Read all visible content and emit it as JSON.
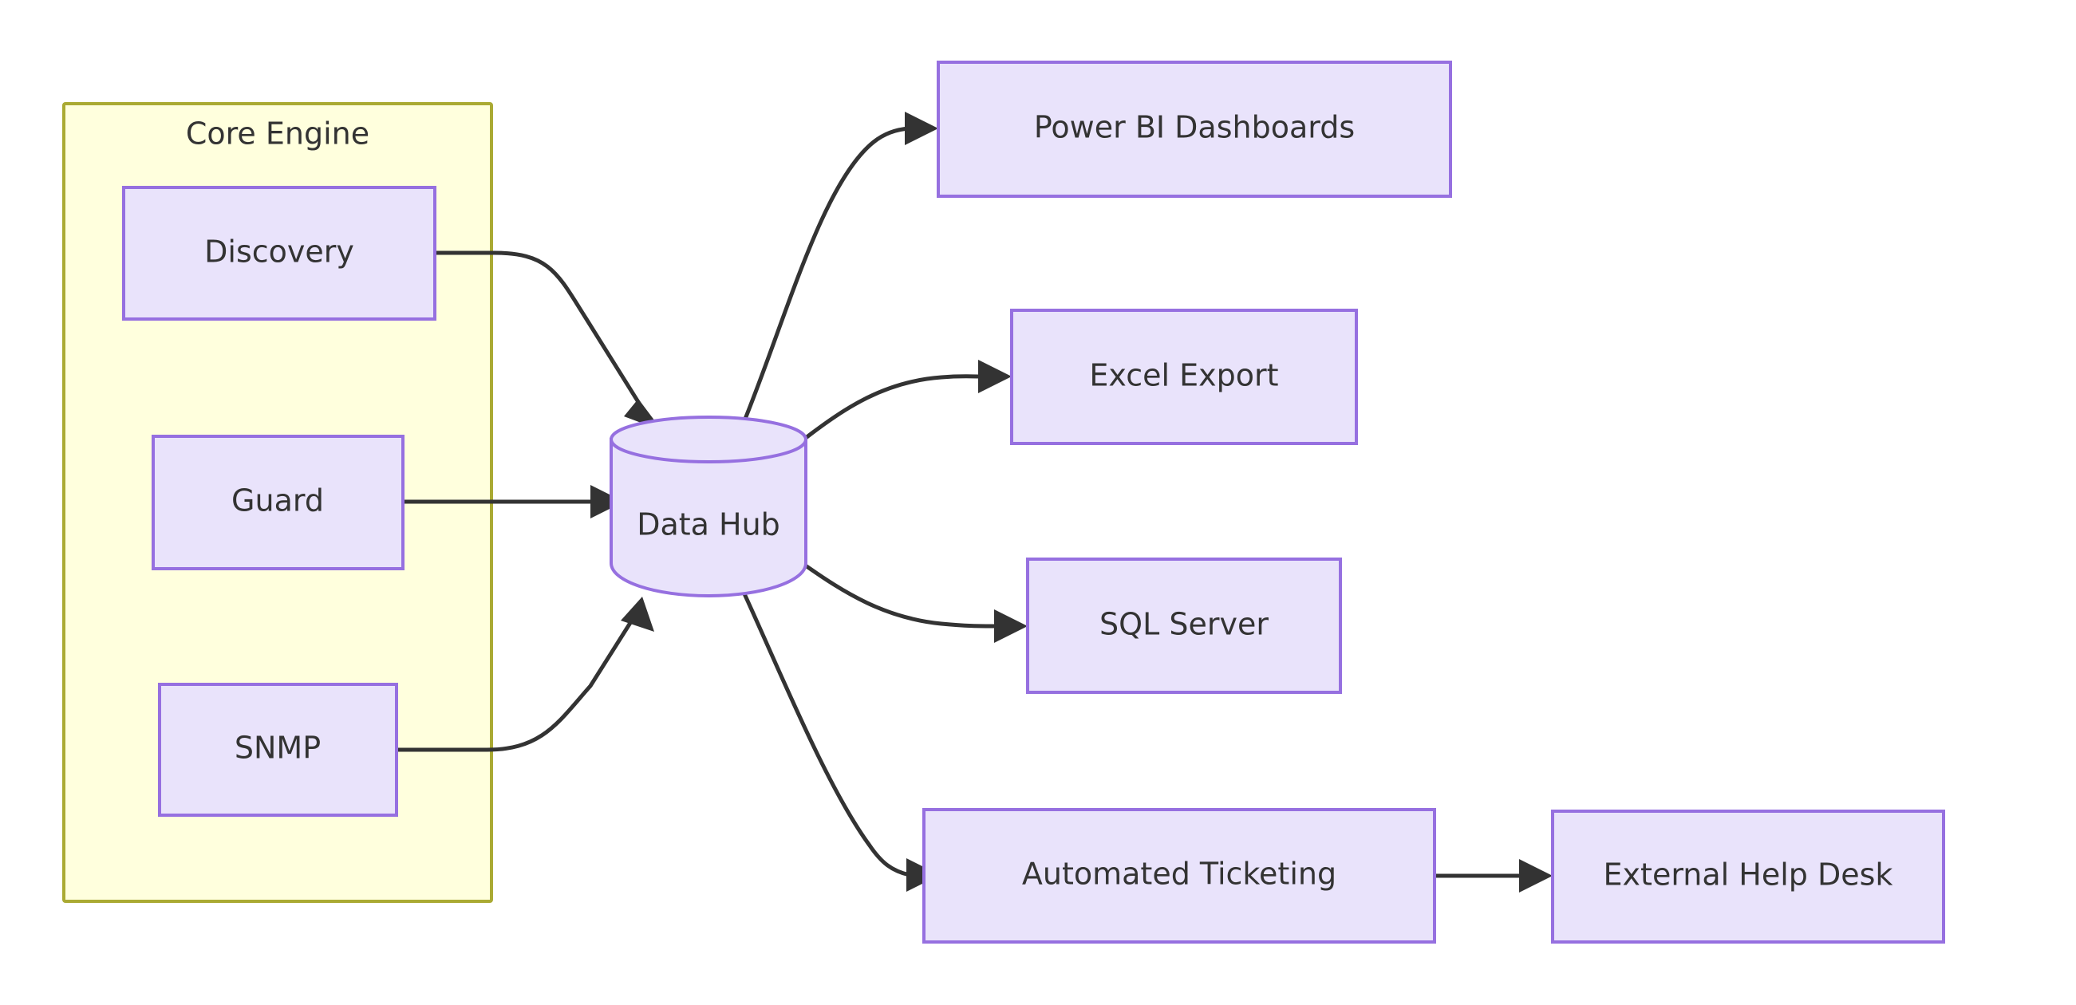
{
  "diagram": {
    "type": "flowchart",
    "direction": "left-to-right",
    "background_color": "#ffffff",
    "node_fill_color": "#e9e3fb",
    "node_border_color": "#9670e0",
    "cluster_fill_color": "#ffffdd",
    "cluster_border_color": "#aaaa33",
    "edge_color": "#333333",
    "text_color": "#333333",
    "clusters": [
      {
        "id": "core_engine",
        "label": "Core Engine"
      }
    ],
    "nodes": [
      {
        "id": "discovery",
        "label": "Discovery",
        "shape": "rect",
        "cluster": "core_engine"
      },
      {
        "id": "guard",
        "label": "Guard",
        "shape": "rect",
        "cluster": "core_engine"
      },
      {
        "id": "snmp",
        "label": "SNMP",
        "shape": "rect",
        "cluster": "core_engine"
      },
      {
        "id": "data_hub",
        "label": "Data Hub",
        "shape": "cylinder",
        "cluster": null
      },
      {
        "id": "power_bi",
        "label": "Power BI Dashboards",
        "shape": "rect",
        "cluster": null
      },
      {
        "id": "excel_export",
        "label": "Excel Export",
        "shape": "rect",
        "cluster": null
      },
      {
        "id": "sql_server",
        "label": "SQL Server",
        "shape": "rect",
        "cluster": null
      },
      {
        "id": "automated_ticketing",
        "label": "Automated Ticketing",
        "shape": "rect",
        "cluster": null
      },
      {
        "id": "external_help_desk",
        "label": "External Help Desk",
        "shape": "rect",
        "cluster": null
      }
    ],
    "edges": [
      {
        "from": "discovery",
        "to": "data_hub",
        "label": "",
        "arrow": "end"
      },
      {
        "from": "guard",
        "to": "data_hub",
        "label": "",
        "arrow": "end"
      },
      {
        "from": "snmp",
        "to": "data_hub",
        "label": "",
        "arrow": "end"
      },
      {
        "from": "data_hub",
        "to": "power_bi",
        "label": "",
        "arrow": "end"
      },
      {
        "from": "data_hub",
        "to": "excel_export",
        "label": "",
        "arrow": "end"
      },
      {
        "from": "data_hub",
        "to": "sql_server",
        "label": "",
        "arrow": "end"
      },
      {
        "from": "data_hub",
        "to": "automated_ticketing",
        "label": "",
        "arrow": "end"
      },
      {
        "from": "automated_ticketing",
        "to": "external_help_desk",
        "label": "",
        "arrow": "end"
      }
    ]
  }
}
